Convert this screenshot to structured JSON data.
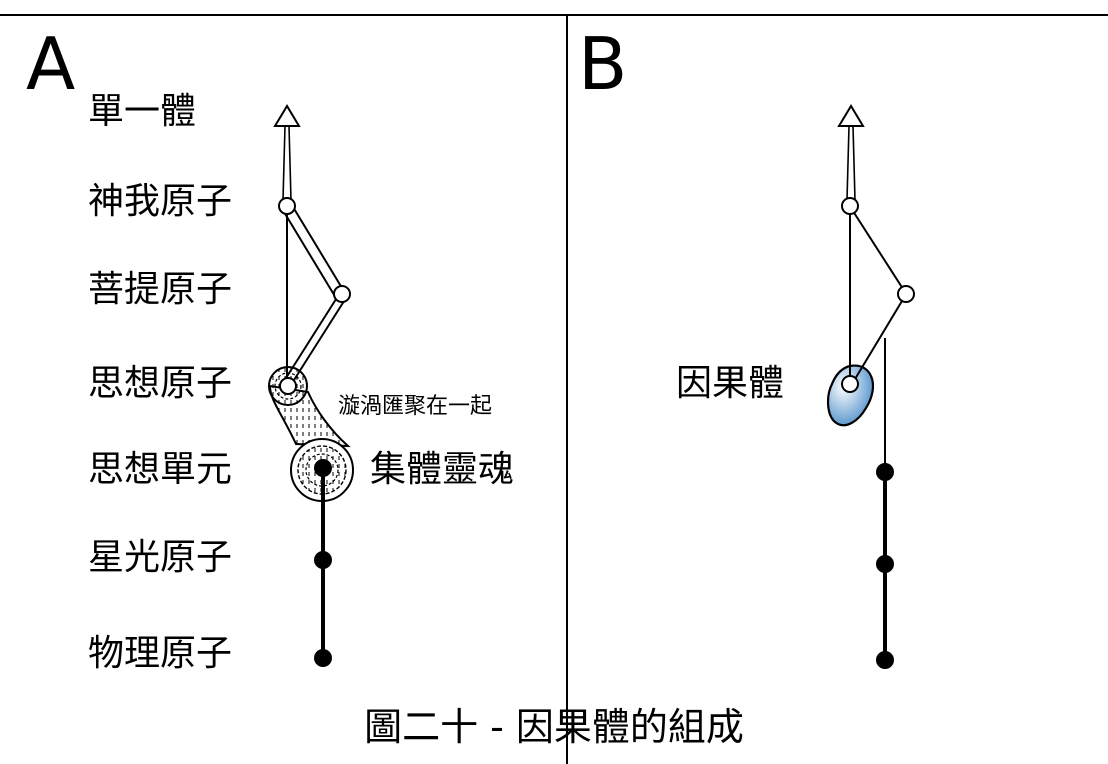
{
  "panels": {
    "a_letter": "A",
    "b_letter": "B"
  },
  "panel_a": {
    "levels": [
      "單一體",
      "神我原子",
      "菩提原子",
      "思想原子",
      "思想單元",
      "星光原子",
      "物理原子"
    ],
    "vortex_note": "漩渦匯聚在一起",
    "soul_label": "集體靈魂"
  },
  "panel_b": {
    "causal_body_label": "因果體"
  },
  "caption": "圖二十 - 因果體的組成",
  "colors": {
    "causal_body_fill": "#3b82c4"
  }
}
